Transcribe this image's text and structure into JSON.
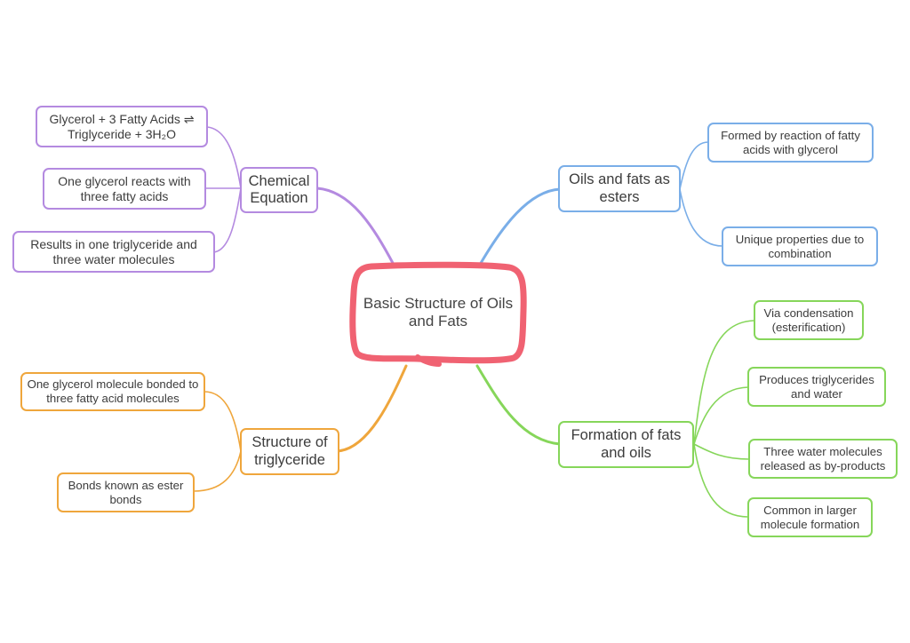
{
  "center": {
    "title_line1": "Basic Structure of Oils",
    "title_line2": "and Fats",
    "color": "#f06272"
  },
  "branches": {
    "chemical_equation": {
      "label_line1": "Chemical",
      "label_line2": "Equation",
      "color": "#b48ae0",
      "children": [
        {
          "line1": "Glycerol + 3 Fatty Acids ⇌",
          "line2": "Triglyceride + 3H₂O"
        },
        {
          "line1": "One glycerol reacts with",
          "line2": "three fatty acids"
        },
        {
          "line1": "Results in one triglyceride and",
          "line2": "three water molecules"
        }
      ]
    },
    "esters": {
      "label_line1": "Oils and fats as",
      "label_line2": "esters",
      "color": "#7aaee8",
      "children": [
        {
          "line1": "Formed by reaction of fatty",
          "line2": "acids with glycerol"
        },
        {
          "line1": "Unique properties due to",
          "line2": "combination"
        }
      ]
    },
    "formation": {
      "label_line1": "Formation of fats",
      "label_line2": "and oils",
      "color": "#86d65a",
      "children": [
        {
          "line1": "Via condensation",
          "line2": "(esterification)"
        },
        {
          "line1": "Produces triglycerides",
          "line2": "and water"
        },
        {
          "line1": "Three water molecules",
          "line2": "released as by-products"
        },
        {
          "line1": "Common in larger",
          "line2": "molecule formation"
        }
      ]
    },
    "structure": {
      "label_line1": "Structure of",
      "label_line2": "triglyceride",
      "color": "#efa63c",
      "children": [
        {
          "line1": "One glycerol molecule bonded to",
          "line2": "three fatty acid molecules"
        },
        {
          "line1": "Bonds known as ester",
          "line2": "bonds"
        }
      ]
    }
  }
}
